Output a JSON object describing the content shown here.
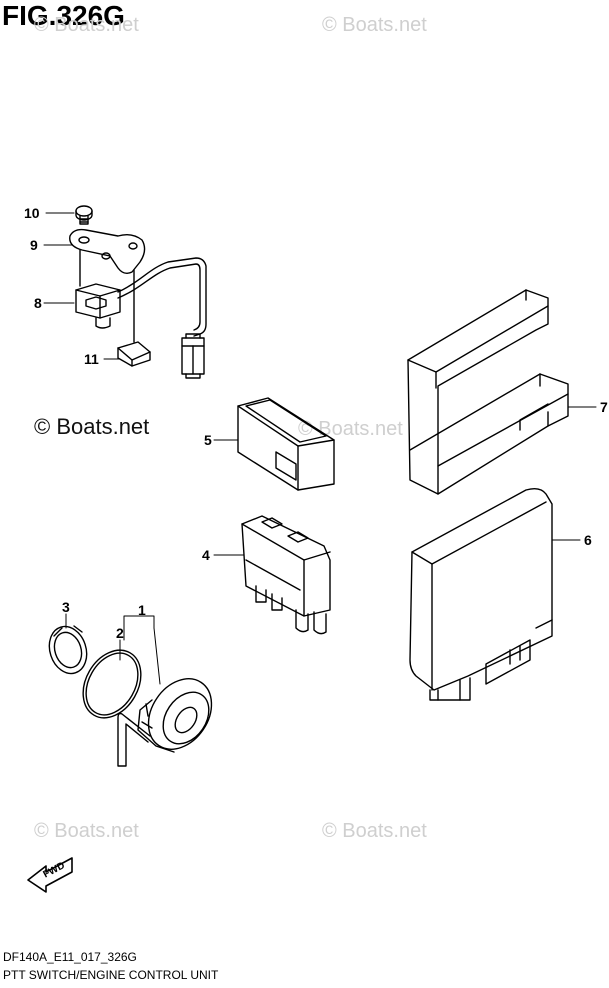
{
  "figure": {
    "title": "FIG.326G",
    "code": "DF140A_E11_017_326G",
    "caption": "PTT SWITCH/ENGINE CONTROL UNIT"
  },
  "watermark": {
    "text": "© Boats.net",
    "main_text": "© Boats.net"
  },
  "parts": [
    {
      "number": "1"
    },
    {
      "number": "2"
    },
    {
      "number": "3"
    },
    {
      "number": "4"
    },
    {
      "number": "5"
    },
    {
      "number": "6"
    },
    {
      "number": "7"
    },
    {
      "number": "8"
    },
    {
      "number": "9"
    },
    {
      "number": "10"
    },
    {
      "number": "11"
    }
  ],
  "fwd_label": "FWD"
}
